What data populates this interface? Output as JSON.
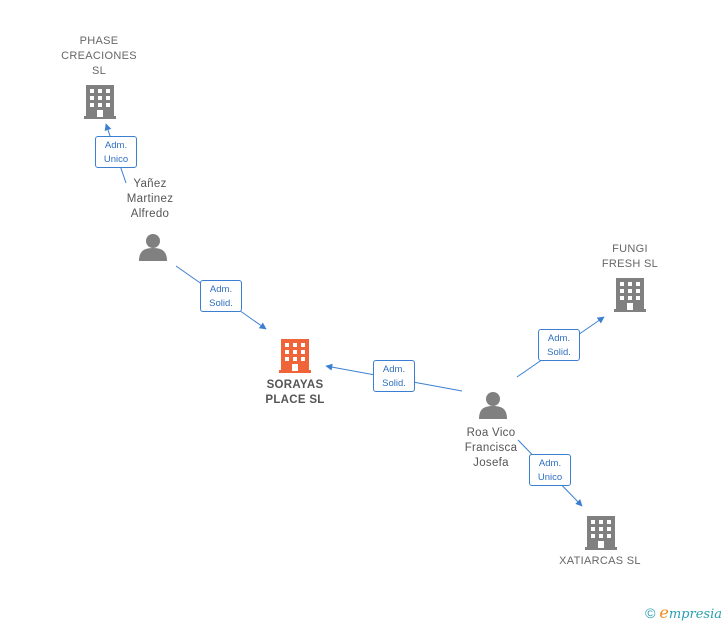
{
  "colors": {
    "edge": "#3a7fd1",
    "company_gray": "#808080",
    "company_main": "#f0643a",
    "person_gray": "#808080"
  },
  "nodes": {
    "phase": {
      "label": "PHASE\nCREACIONES\nSL",
      "icon": "building-icon"
    },
    "yanez": {
      "label": "Yañez\nMartinez\nAlfredo",
      "icon": "person-icon"
    },
    "sorayas": {
      "label": "SORAYAS\nPLACE  SL",
      "icon": "building-icon"
    },
    "fungi": {
      "label": "FUNGI\nFRESH  SL",
      "icon": "building-icon"
    },
    "roa": {
      "label": "Roa Vico\nFrancisca\nJosefa",
      "icon": "person-icon"
    },
    "xatiarcas": {
      "label": "XATIARCAS  SL",
      "icon": "building-icon"
    }
  },
  "edges": {
    "yanez_phase": {
      "line1": "Adm.",
      "line2": "Unico"
    },
    "yanez_sorayas": {
      "line1": "Adm.",
      "line2": "Solid."
    },
    "roa_sorayas": {
      "line1": "Adm.",
      "line2": "Solid."
    },
    "roa_fungi": {
      "line1": "Adm.",
      "line2": "Solid."
    },
    "roa_xatiarcas": {
      "line1": "Adm.",
      "line2": "Unico"
    }
  },
  "footer": {
    "copyright": "©",
    "brand_initial": "e",
    "brand_rest": "mpresia"
  }
}
